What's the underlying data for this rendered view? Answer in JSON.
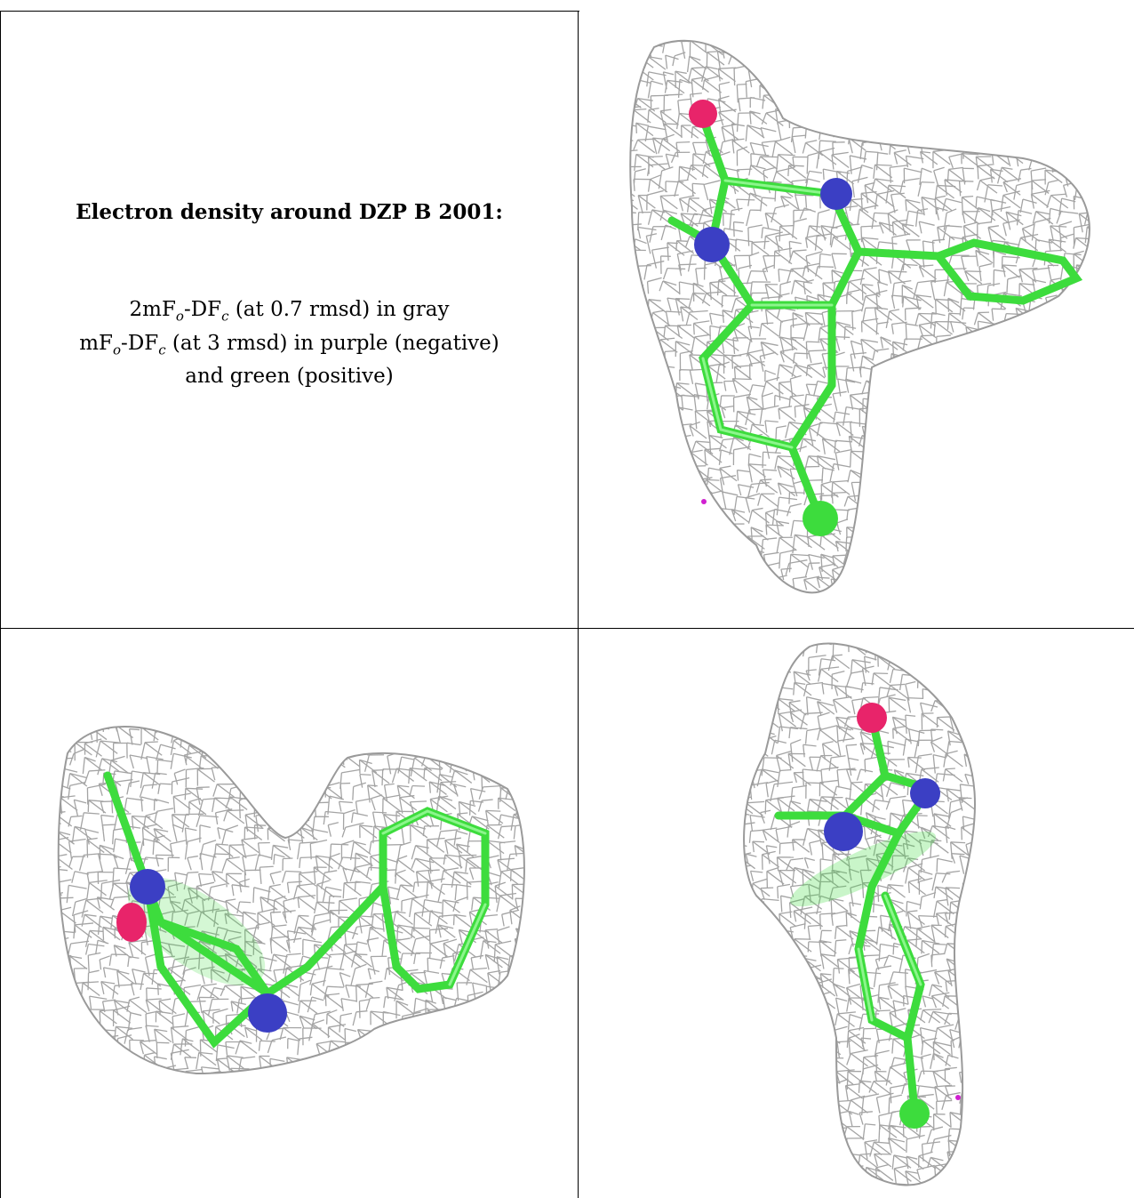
{
  "caption": {
    "title": "Electron density around DZP B 2001:",
    "map1": {
      "base": "2mF",
      "sub_o": "o",
      "mid": "-DF",
      "sub_c": "c",
      "rest": " (at 0.7 rmsd) in gray"
    },
    "map2": {
      "base": "mF",
      "sub_o": "o",
      "mid": "-DF",
      "sub_c": "c",
      "rest": " (at 3 rmsd) in purple (negative)"
    },
    "map2_cont": "and green (positive)"
  },
  "colors": {
    "mesh": "#a4a4a4",
    "carbon": "#3ddc3d",
    "nitrogen": "#3b3fc4",
    "oxygen": "#e8246a",
    "chlorine": "#3ddc3d",
    "negative_density": "#d020d0"
  },
  "panels": [
    {
      "name": "top-right-view",
      "icon": "molecule-density-view"
    },
    {
      "name": "bottom-left-view",
      "icon": "molecule-density-view"
    },
    {
      "name": "bottom-right-view",
      "icon": "molecule-density-view"
    }
  ]
}
